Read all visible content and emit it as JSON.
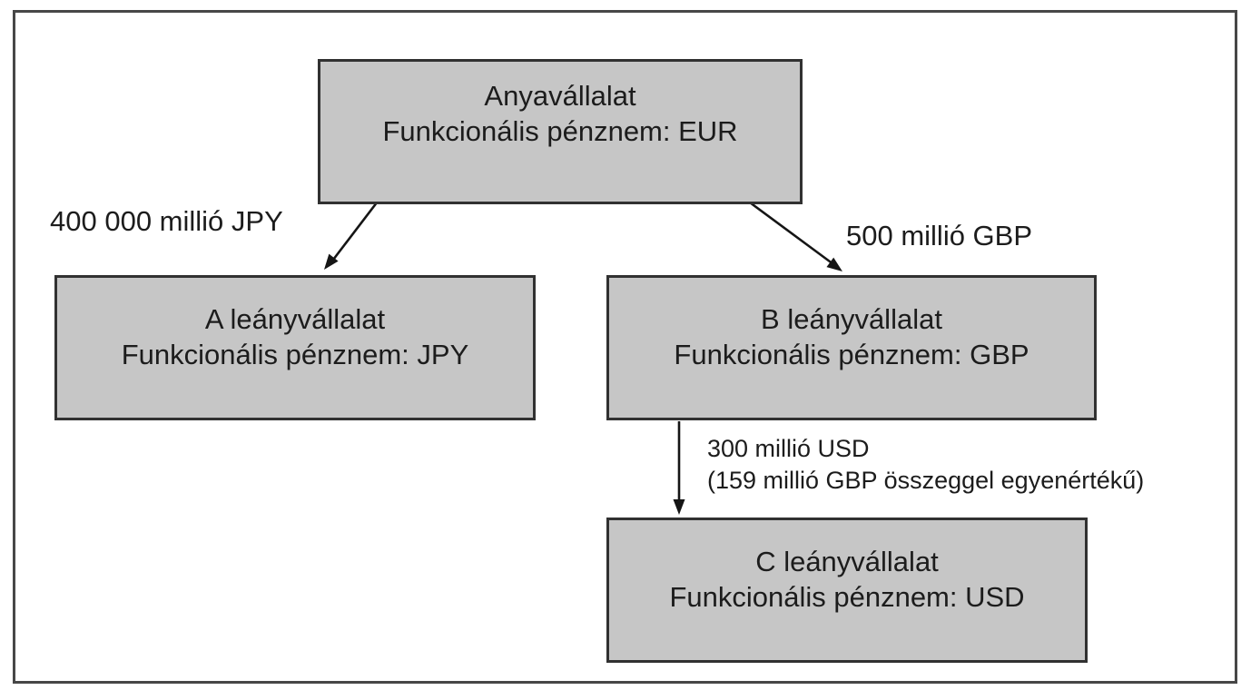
{
  "diagram": {
    "parent_node": {
      "title": "Anyavállalat",
      "subtitle": "Funkcionális pénznem: EUR"
    },
    "subsidiary_a_node": {
      "title": "A leányvállalat",
      "subtitle": "Funkcionális pénznem: JPY"
    },
    "subsidiary_b_node": {
      "title": "B leányvállalat",
      "subtitle": "Funkcionális pénznem: GBP"
    },
    "subsidiary_c_node": {
      "title": "C leányvállalat",
      "subtitle": "Funkcionális pénznem: USD"
    },
    "edge_parent_to_a": {
      "label": "400 000 millió JPY"
    },
    "edge_parent_to_b": {
      "label": "500 millió GBP"
    },
    "edge_b_to_c": {
      "label_amount": "300 millió USD",
      "label_equivalent": "(159 millió GBP összeggel egyenértékű)"
    },
    "colors": {
      "node_fill": "#c6c6c6",
      "node_border": "#313131",
      "frame_border": "#474747",
      "background": "#ffffff",
      "arrow": "#151515",
      "text": "#1c1c1c"
    }
  }
}
